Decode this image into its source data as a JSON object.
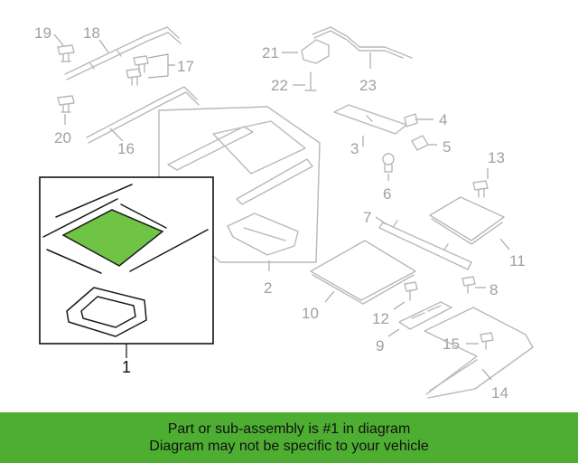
{
  "callouts": {
    "c1": "1",
    "c2": "2",
    "c3": "3",
    "c4": "4",
    "c5": "5",
    "c6": "6",
    "c7": "7",
    "c8": "8",
    "c9": "9",
    "c10": "10",
    "c11": "11",
    "c12": "12",
    "c13": "13",
    "c14": "14",
    "c15": "15",
    "c16": "16",
    "c17": "17",
    "c18": "18",
    "c19": "19",
    "c20": "20",
    "c21": "21",
    "c22": "22",
    "c23": "23"
  },
  "highlight": {
    "part_number": "1",
    "color": "#6fc445"
  },
  "footer": {
    "line1": "Part or sub-assembly is #1 in diagram",
    "line2": "Diagram may not be specific to your vehicle",
    "background": "#4eae32"
  }
}
